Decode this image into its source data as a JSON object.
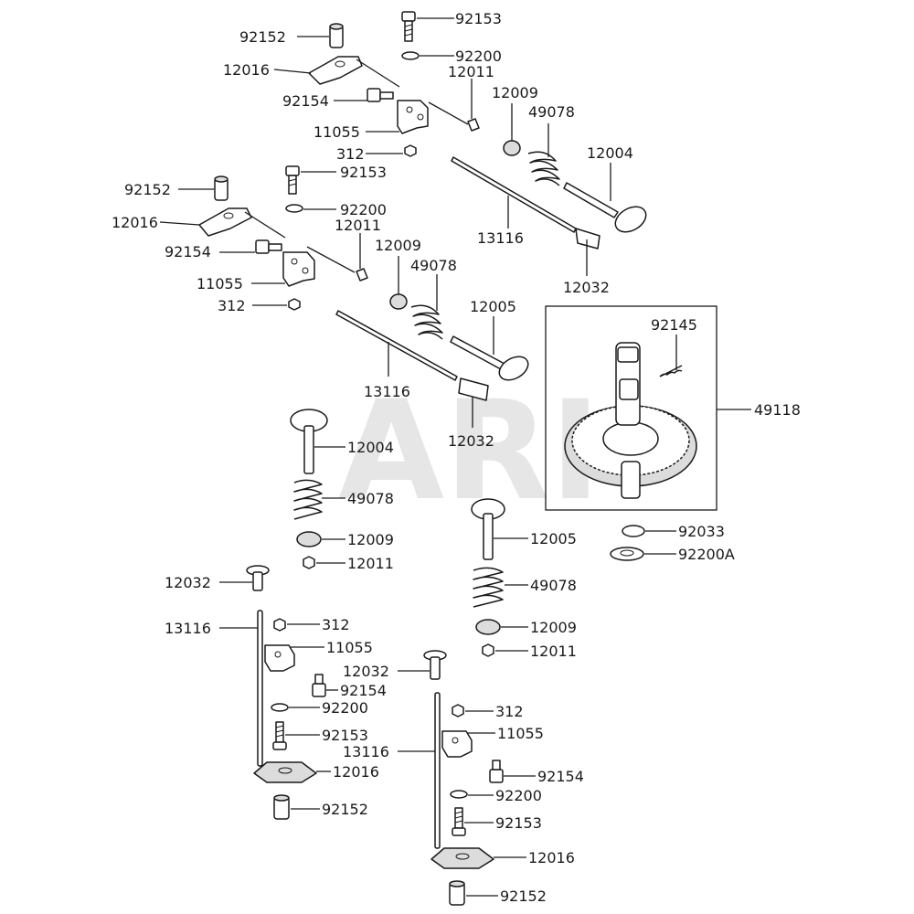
{
  "watermark": "ARI",
  "labels": {
    "l01": "92153",
    "l02": "92152",
    "l03": "92200",
    "l04": "12016",
    "l05": "12011",
    "l06": "92154",
    "l07": "12009",
    "l08": "49078",
    "l09": "11055",
    "l10": "12004",
    "l11": "312",
    "l12": "92153",
    "l13": "92152",
    "l14": "92200",
    "l15": "12016",
    "l16": "12011",
    "l17": "12009",
    "l18": "13116",
    "l19": "92154",
    "l20": "49078",
    "l21": "12032",
    "l22": "11055",
    "l23": "312",
    "l24": "12005",
    "l25": "92145",
    "l26": "13116",
    "l27": "49118",
    "l28": "12032",
    "l29": "12004",
    "l30": "49078",
    "l31": "12009",
    "l32": "12005",
    "l33": "92033",
    "l34": "12011",
    "l35": "92200A",
    "l36": "12032",
    "l37": "49078",
    "l38": "13116",
    "l39": "312",
    "l40": "12009",
    "l41": "11055",
    "l42": "12011",
    "l43": "12032",
    "l44": "92154",
    "l45": "92200",
    "l46": "312",
    "l47": "92153",
    "l48": "11055",
    "l49": "13116",
    "l50": "12016",
    "l51": "92154",
    "l52": "92200",
    "l53": "92152",
    "l54": "92153",
    "l55": "12016",
    "l56": "92152"
  }
}
